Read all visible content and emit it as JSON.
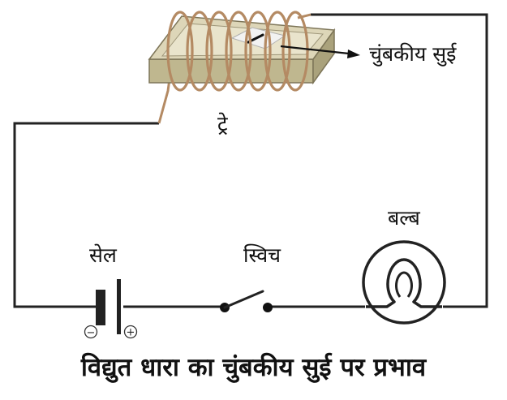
{
  "labels": {
    "magnetic_needle": "चुंबकीय सुई",
    "tray": "ट्रे",
    "bulb": "बल्ब",
    "cell": "सेल",
    "switch": "स्विच"
  },
  "cell_terminals": {
    "negative": "−",
    "positive": "+"
  },
  "caption": "विद्युत धारा का चुंबकीय सुई पर प्रभाव",
  "colors": {
    "wire": "#222222",
    "coil": "#b48a63",
    "tray_top": "#ddd6b8",
    "tray_side": "#c9c19d",
    "tray_front": "#bfb78f",
    "tray_edge": "#7d7558",
    "needle_card": "#f2f2f2",
    "needle": "#111111"
  }
}
